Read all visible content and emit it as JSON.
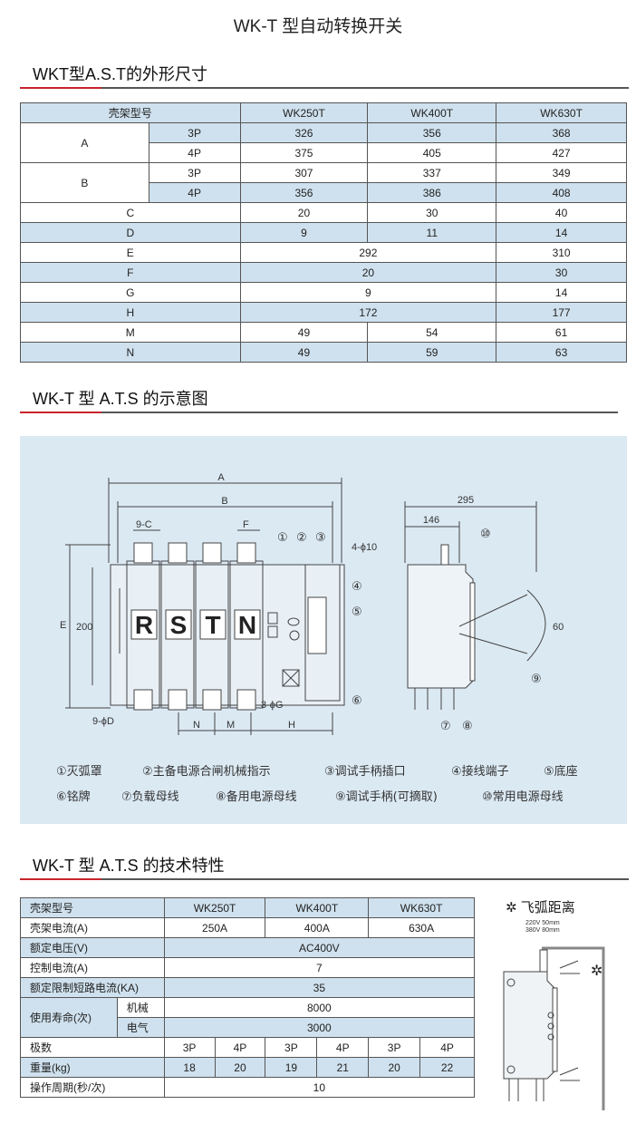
{
  "title": "WK-T 型自动转换开关",
  "sections": {
    "dimensions": "WKT型A.S.T的外形尺寸",
    "schematic": "WK-T 型 A.T.S 的示意图",
    "specs": "WK-T 型 A.T.S 的技术特性"
  },
  "dim_table": {
    "header": [
      "壳架型号",
      "WK250T",
      "WK400T",
      "WK630T"
    ],
    "A": {
      "label": "A",
      "rows": [
        [
          "3P",
          "326",
          "356",
          "368"
        ],
        [
          "4P",
          "375",
          "405",
          "427"
        ]
      ]
    },
    "B": {
      "label": "B",
      "rows": [
        [
          "3P",
          "307",
          "337",
          "349"
        ],
        [
          "4P",
          "356",
          "386",
          "408"
        ]
      ]
    },
    "C": [
      "C",
      "20",
      "30",
      "40"
    ],
    "D": [
      "D",
      "9",
      "11",
      "14"
    ],
    "E": [
      "E",
      "292",
      "310"
    ],
    "F": [
      "F",
      "20",
      "30"
    ],
    "G": [
      "G",
      "9",
      "14"
    ],
    "H": [
      "H",
      "172",
      "177"
    ],
    "M": [
      "M",
      "49",
      "54",
      "61"
    ],
    "N": [
      "N",
      "49",
      "59",
      "63"
    ]
  },
  "diagram": {
    "dims": {
      "A": "A",
      "B": "B",
      "9C": "9-C",
      "F": "F",
      "4phi10": "4-ϕ10",
      "E": "E",
      "200": "200",
      "9phiD": "9-ϕD",
      "3phiG": "3-ϕG",
      "N": "N",
      "M": "M",
      "H": "H",
      "295": "295",
      "146": "146",
      "60": "60"
    },
    "letters": [
      "R",
      "S",
      "T",
      "N"
    ],
    "callouts": [
      "①",
      "②",
      "③",
      "④",
      "⑤",
      "⑥",
      "⑦",
      "⑧",
      "⑨",
      "⑩"
    ],
    "legend": [
      "①灭弧罩",
      "②主备电源合闸机械指示",
      "③调试手柄插口",
      "④接线端子",
      "⑤底座",
      "⑥铭牌",
      "⑦负载母线",
      "⑧备用电源母线",
      "⑨调试手柄(可摘取)",
      "⑩常用电源母线"
    ]
  },
  "spec_table": {
    "header": [
      "壳架型号",
      "WK250T",
      "WK400T",
      "WK630T"
    ],
    "current": [
      "壳架电流(A)",
      "250A",
      "400A",
      "630A"
    ],
    "voltage": [
      "额定电压(V)",
      "AC400V"
    ],
    "control": [
      "控制电流(A)",
      "7"
    ],
    "short": [
      "额定限制短路电流(KA)",
      "35"
    ],
    "life": {
      "label": "使用寿命(次)",
      "mech": "机械",
      "mech_val": "8000",
      "elec": "电气",
      "elec_val": "3000"
    },
    "poles": {
      "label": "极数",
      "vals": [
        "3P",
        "4P",
        "3P",
        "4P",
        "3P",
        "4P"
      ]
    },
    "weight": {
      "label": "重量(kg)",
      "vals": [
        "18",
        "20",
        "19",
        "21",
        "20",
        "22"
      ]
    },
    "cycle": [
      "操作周期(秒/次)",
      "10"
    ]
  },
  "flyarc": {
    "star": "✲",
    "title": "飞弧距离",
    "line1": "220V  50mm",
    "line2": "380V  80mm"
  }
}
